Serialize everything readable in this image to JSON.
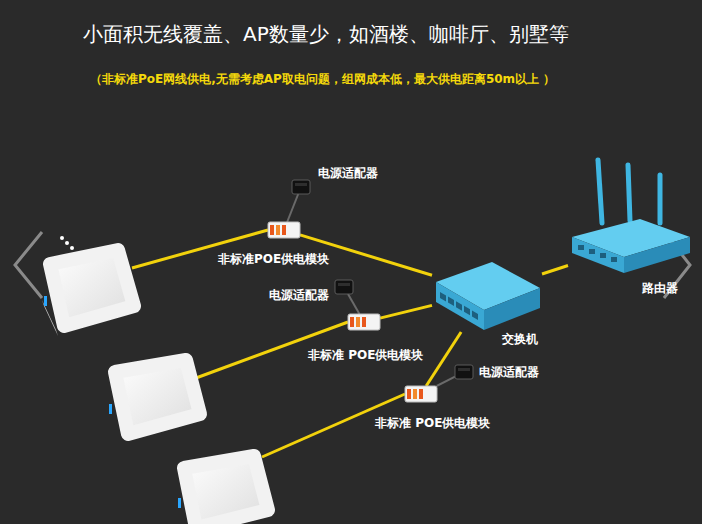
{
  "diagram": {
    "title": "小面积无线覆盖、AP数量少，如酒楼、咖啡厅、别墅等",
    "nodes": [
      {
        "text": [
          "电源适配器"
        ]
      },
      {
        "text": [
          "非标准POE供电模块"
        ]
      },
      {
        "text": [
          "电源适配器"
        ]
      },
      {
        "text": [
          "非标准 POE供电模块"
        ]
      },
      {
        "text": [
          "交换机"
        ]
      },
      {
        "text": [
          "路由器"
        ]
      },
      {
        "text": [
          "电源适配器"
        ]
      },
      {
        "text": [
          "非标准 POE供电模块"
        ]
      }
    ],
    "edges": [
      {
        "from": 0,
        "to": 1,
        "arrow": "none"
      },
      {
        "from": 2,
        "to": 3,
        "arrow": "none"
      },
      {
        "from": 6,
        "to": 7,
        "arrow": "none"
      },
      {
        "from": 1,
        "to": 4,
        "arrow": "none"
      },
      {
        "from": 3,
        "to": 4,
        "arrow": "none"
      },
      {
        "from": 7,
        "to": 4,
        "arrow": "none"
      },
      {
        "from": 4,
        "to": 5,
        "arrow": "none"
      }
    ],
    "labels": [
      "（非标准PoE网线供电,无需考虑AP取电问题，组网成本低，最大供电距离50m以上 ）"
    ]
  }
}
